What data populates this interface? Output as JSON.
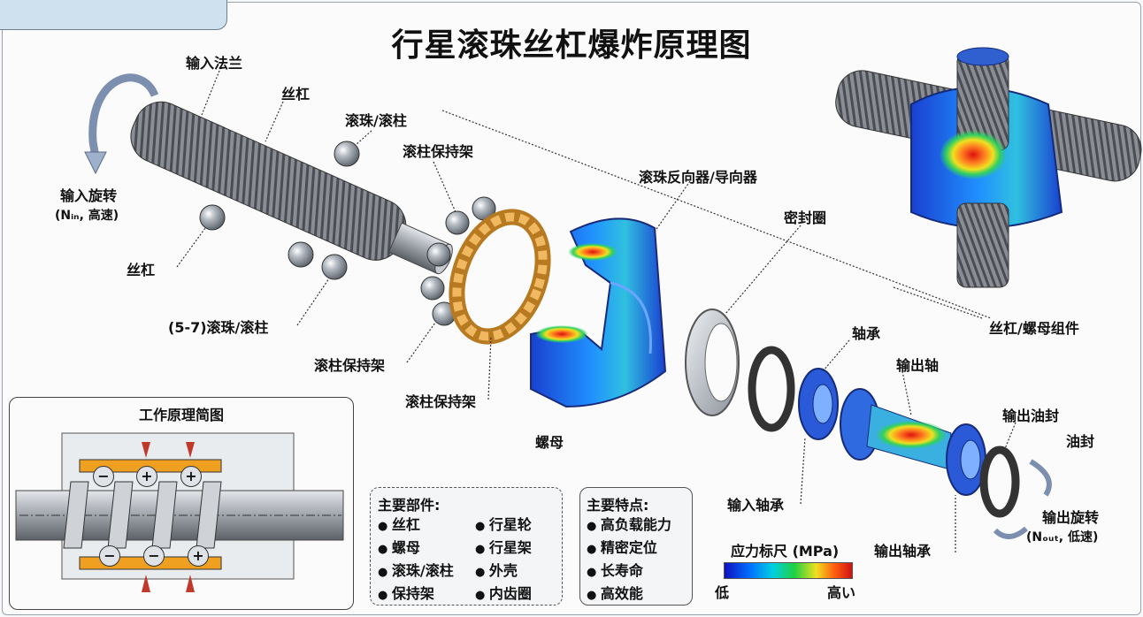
{
  "title": "行星滚珠丝杠爆炸原理图",
  "labels": {
    "input_flange": "输入法兰",
    "screw_top": "丝杠",
    "ball_roller_top": "滚珠/滚柱",
    "roller_cage_top": "滚柱保持架",
    "reverser": "滚珠反向器/导向器",
    "seal_ring": "密封圈",
    "input_rotation": "输入旋转",
    "input_rotation_sub": "(Nᵢₙ, 高速)",
    "screw_left": "丝杠",
    "balls_count": "(5-7)滚珠/滚柱",
    "roller_cage_mid": "滚柱保持架",
    "roller_cage_bottom": "滚柱保持架",
    "nut": "螺母",
    "bearing": "轴承",
    "screw_nut_assembly": "丝杠/螺母组件",
    "output_shaft": "输出轴",
    "output_oil_seal": "输出油封",
    "oil_seal": "油封",
    "input_bearing": "输入轴承",
    "output_rotation": "输出旋转",
    "output_rotation_sub": "(Nₒᵤₜ, 低速)",
    "output_bearing": "输出轴承"
  },
  "inset": {
    "title": "工作原理简图",
    "signs_top": [
      "−",
      "+",
      "+"
    ],
    "signs_bottom": [
      "−",
      "−",
      "+"
    ]
  },
  "main_parts": {
    "title": "主要部件:",
    "col1": [
      "丝杠",
      "螺母",
      "滚珠/滚柱",
      "保持架"
    ],
    "col2": [
      "行星轮",
      "行星架",
      "外壳",
      "内齿圈"
    ]
  },
  "features": {
    "title": "主要特点:",
    "items": [
      "高负载能力",
      "精密定位",
      "长寿命",
      "高效能"
    ]
  },
  "stress_scale": {
    "title": "应力标尺 (MPa)",
    "low": "低",
    "high": "高い",
    "colors": [
      "#1010c0",
      "#0070ff",
      "#00d0e0",
      "#20d040",
      "#f0e020",
      "#ff6010",
      "#d01010"
    ]
  }
}
